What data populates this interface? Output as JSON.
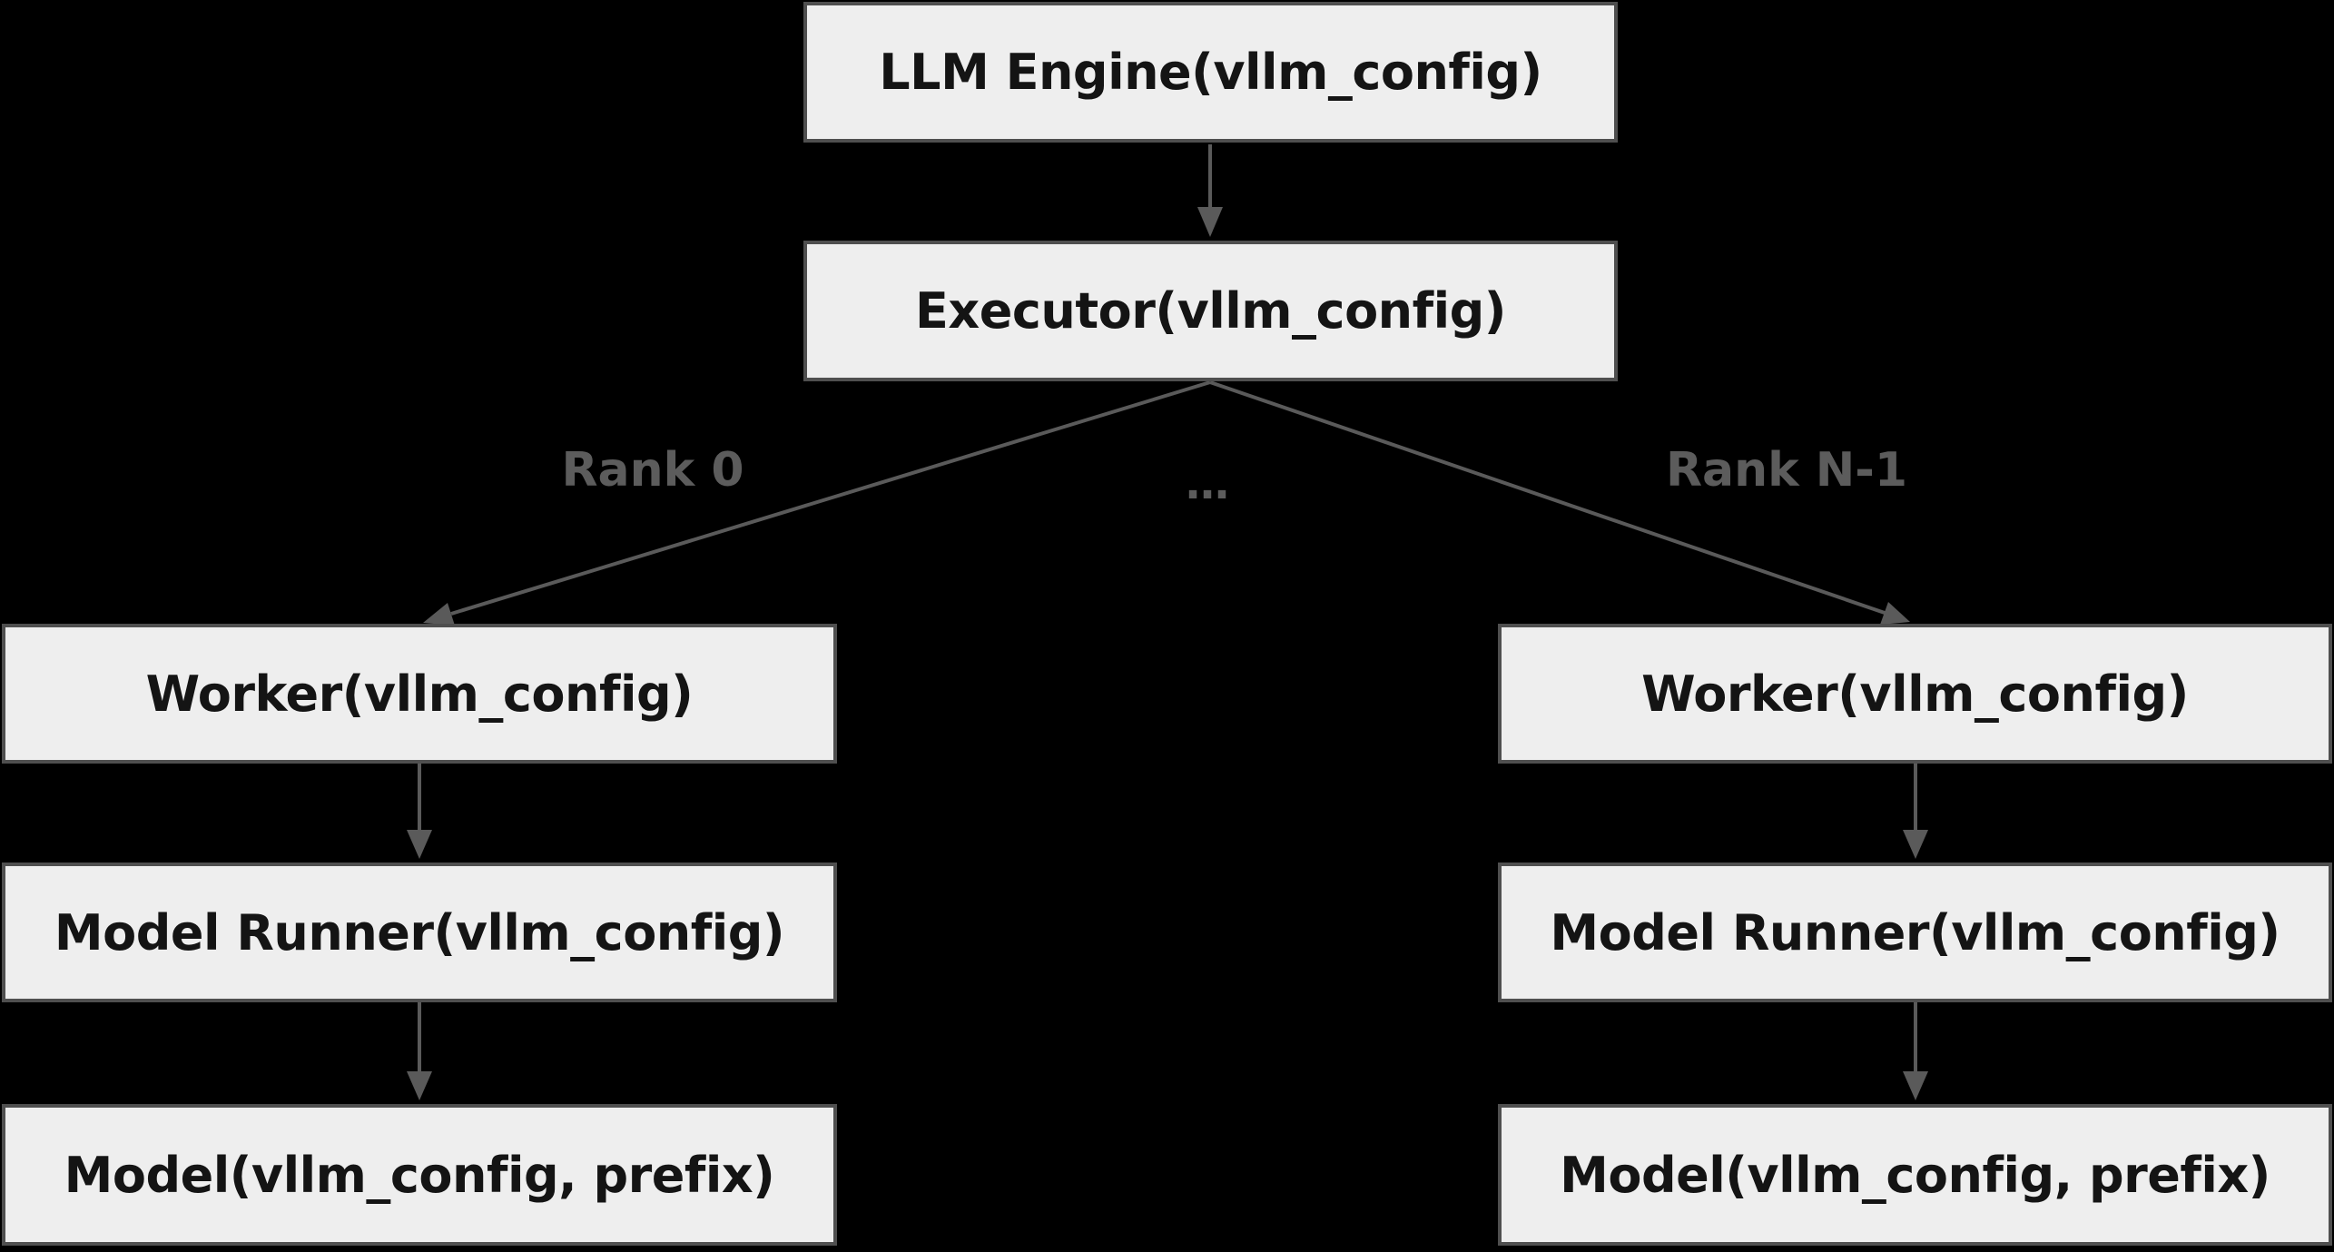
{
  "diagram": {
    "type": "flowchart",
    "background": "#000000",
    "colors": {
      "node_fill": "#eeeeee",
      "node_border": "#4f4f4f",
      "node_text": "#141414",
      "edge": "#5a5a5a",
      "edge_label": "#5c5c5c"
    },
    "nodes": {
      "llm_engine": {
        "label": "LLM Engine(vllm_config)"
      },
      "executor": {
        "label": "Executor(vllm_config)"
      },
      "rank0": {
        "worker": {
          "label": "Worker(vllm_config)"
        },
        "model_runner": {
          "label": "Model Runner(vllm_config)"
        },
        "model": {
          "label": "Model(vllm_config, prefix)"
        }
      },
      "rank_n_1": {
        "worker": {
          "label": "Worker(vllm_config)"
        },
        "model_runner": {
          "label": "Model Runner(vllm_config)"
        },
        "model": {
          "label": "Model(vllm_config, prefix)"
        }
      }
    },
    "edge_labels": {
      "left_branch": "Rank 0",
      "middle": "…",
      "right_branch": "Rank N-1"
    }
  }
}
